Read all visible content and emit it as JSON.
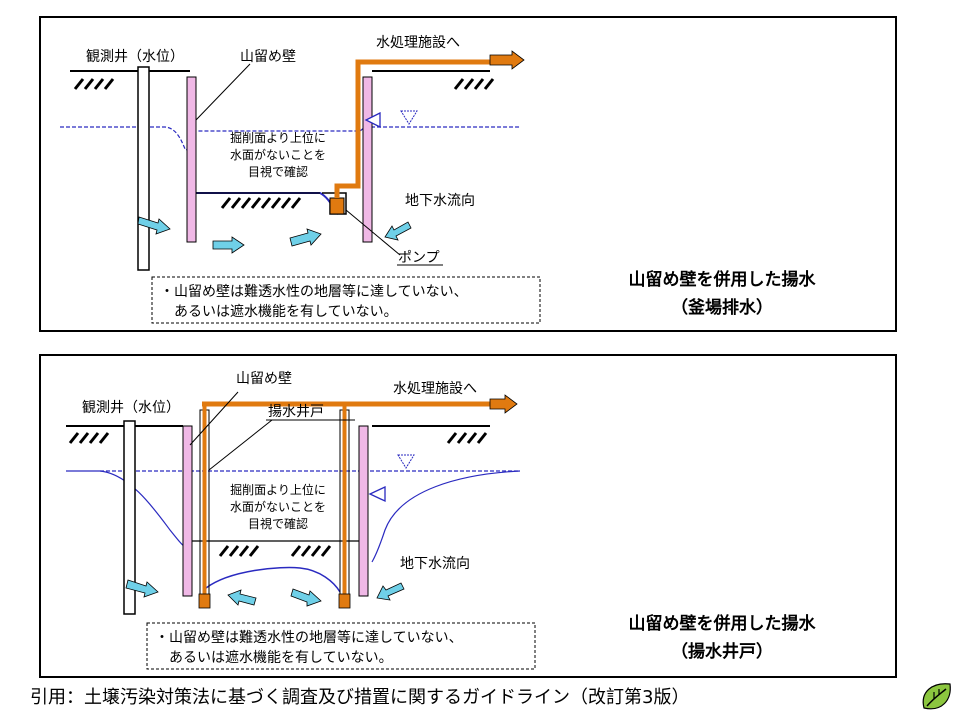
{
  "panel_top": {
    "labels": {
      "well": "観測井（水位）",
      "wall": "山留め壁",
      "treatment": "水処理施設へ",
      "visual_1": "掘削面より上位に",
      "visual_2": "水面がないことを",
      "visual_3": "目視で確認",
      "flow": "地下水流向",
      "pump": "ポンプ"
    },
    "note_1": "・山留め壁は難透水性の地層等に達していない、",
    "note_2": "あるいは遮水機能を有していない。",
    "title_1": "山留め壁を併用した揚水",
    "title_2": "（釜場排水）"
  },
  "panel_bottom": {
    "labels": {
      "well": "観測井（水位）",
      "wall": "山留め壁",
      "treatment": "水処理施設へ",
      "pumping_well": "揚水井戸",
      "visual_1": "掘削面より上位に",
      "visual_2": "水面がないことを",
      "visual_3": "目視で確認",
      "flow": "地下水流向"
    },
    "note_1": "・山留め壁は難透水性の地層等に達していない、",
    "note_2": "あるいは遮水機能を有していない。",
    "title_1": "山留め壁を併用した揚水",
    "title_2": "（揚水井戸）"
  },
  "citation": "引用：土壌汚染対策法に基づく調査及び措置に関するガイドライン（改訂第3版）",
  "colors": {
    "wall": "#f0b8e6",
    "pipe": "#e07a10",
    "arrow": "#6fd0e8",
    "water": "#2a2ac0"
  },
  "icons": {
    "logo": "leaf-icon"
  }
}
